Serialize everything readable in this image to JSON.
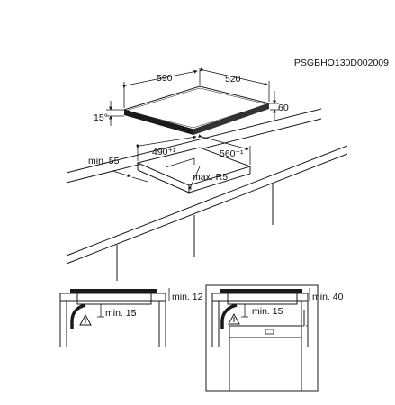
{
  "code": "PSGBHO130D002009",
  "top_view": {
    "width_590": "590",
    "depth_520": "520",
    "height_60": "60",
    "angle_15": "15°",
    "cutout_490": "490⁺¹",
    "cutout_560": "560⁺¹",
    "min_55": "min. 55",
    "radius": "max. R5"
  },
  "section_left": {
    "min_12": "min. 12",
    "min_15": "min. 15"
  },
  "section_right": {
    "min_40": "min. 40",
    "min_15": "min. 15"
  }
}
